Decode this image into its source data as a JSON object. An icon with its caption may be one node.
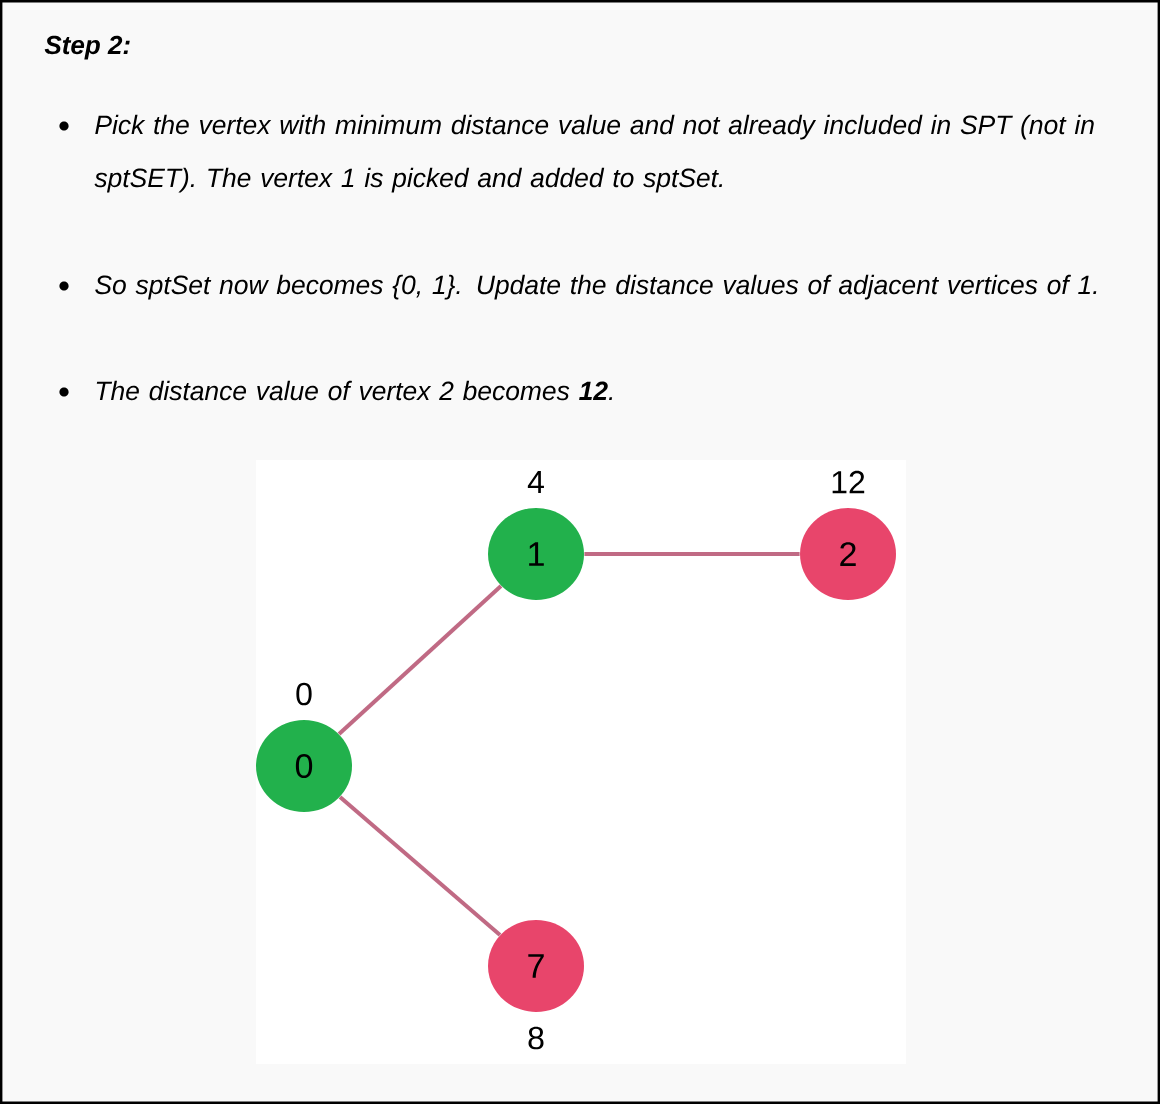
{
  "diagram": {
    "title": "Step 2:",
    "nodes": [
      {
        "text": [
          "0"
        ],
        "beside": [
          "0"
        ]
      },
      {
        "text": [
          "1"
        ],
        "beside": [
          "4"
        ]
      },
      {
        "text": [
          "2"
        ],
        "beside": [
          "12"
        ]
      },
      {
        "text": [
          "7"
        ],
        "beside": [
          "8"
        ]
      }
    ],
    "edges": [
      {
        "from": 0,
        "to": 1,
        "arrow": "none"
      },
      {
        "from": 1,
        "to": 2,
        "arrow": "none"
      },
      {
        "from": 0,
        "to": 3,
        "arrow": "none"
      }
    ],
    "labels": [
      "Pick the vertex with minimum distance value and not already included in SPT (not in sptSET). The vertex 1 is picked and added to sptSet.",
      "So sptSet now becomes {0, 1}. Update the distance values of adjacent vertices of 1.",
      "The distance value of vertex 2 becomes **12**."
    ]
  }
}
